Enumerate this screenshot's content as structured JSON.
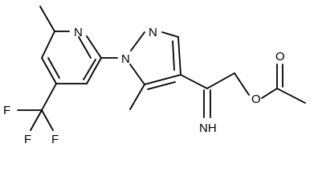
{
  "atoms": {
    "n_pyridine": "N",
    "n_pyrazole_1": "N",
    "n_pyrazole_2": "N",
    "o_ester": "O",
    "o_carbonyl": "O",
    "f_top": "F",
    "f_left": "F",
    "f_bottom": "F",
    "imine": "NH"
  }
}
